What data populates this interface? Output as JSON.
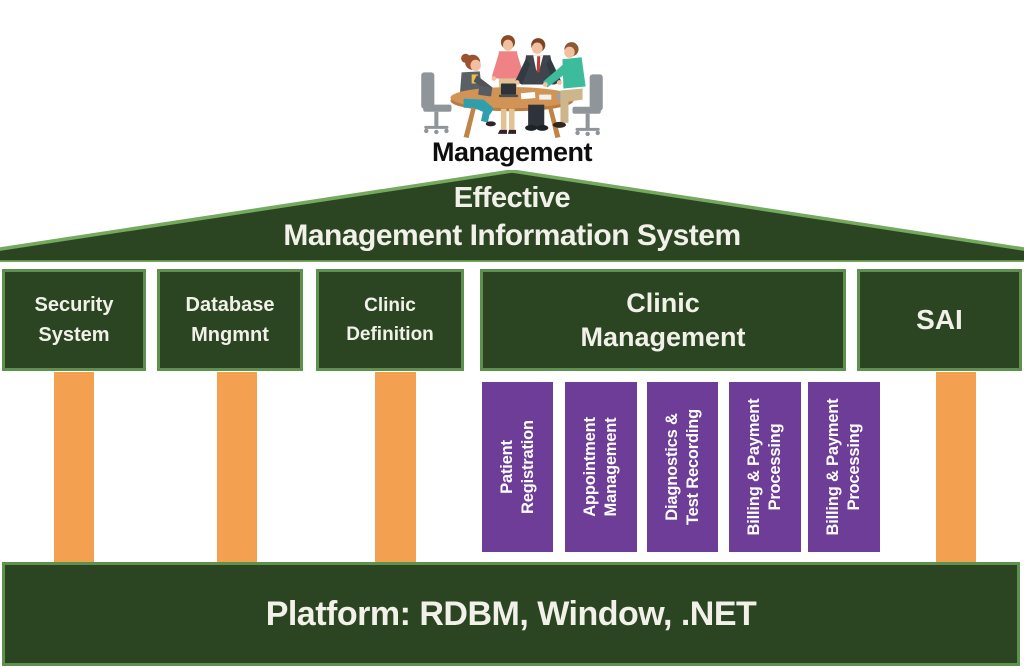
{
  "colors": {
    "dark_green": "#2b4522",
    "border_green": "#5e914e",
    "roof_edge_green": "#74a95e",
    "orange": "#f3a150",
    "purple": "#6e3d98",
    "text_white": "#f2f1e9",
    "text_black": "#0e0e0e"
  },
  "management": {
    "label": "Management"
  },
  "illustration": {
    "name": "management-team-meeting"
  },
  "roof": {
    "line1": "Effective",
    "line2": "Management Information System"
  },
  "modules": [
    {
      "id": "security-system",
      "line1": "Security",
      "line2": "System"
    },
    {
      "id": "database-mngmnt",
      "line1": "Database",
      "line2": "Mngmnt"
    },
    {
      "id": "clinic-definition",
      "line1": "Clinic",
      "line2": "Definition"
    },
    {
      "id": "clinic-management",
      "line1": "Clinic",
      "line2": "Management"
    },
    {
      "id": "sai",
      "line1": "SAI",
      "line2": ""
    }
  ],
  "clinic_submodules": [
    {
      "line1": "Patient",
      "line2": "Registration"
    },
    {
      "line1": "Appointment",
      "line2": "Management"
    },
    {
      "line1": "Diagnostics &",
      "line2": "Test Recording"
    },
    {
      "line1": "Billing & Payment",
      "line2": "Processing"
    },
    {
      "line1": "Billing & Payment",
      "line2": "Processing"
    }
  ],
  "platform": {
    "label": "Platform: RDBM, Window, .NET"
  }
}
